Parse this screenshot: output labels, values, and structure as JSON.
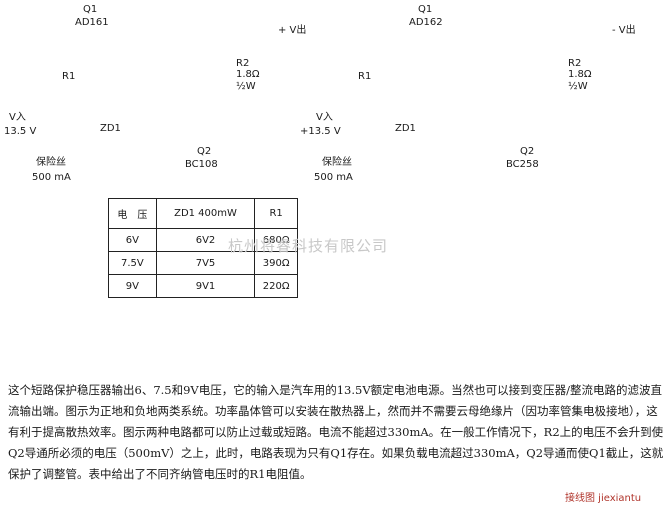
{
  "left_circuit": {
    "q1": "Q1",
    "q1_type": "AD161",
    "r1": "R1",
    "r2": "R2",
    "r2_value": "1.8Ω",
    "r2_power": "½W",
    "q2": "Q2",
    "q2_type": "BC108",
    "zd1": "ZD1",
    "vin": "V入",
    "vin_value": "13.5 V",
    "fuse": "保险丝",
    "fuse_rating": "500 mA",
    "vout": "+ V出"
  },
  "right_circuit": {
    "q1": "Q1",
    "q1_type": "AD162",
    "r1": "R1",
    "r2": "R2",
    "r2_value": "1.8Ω",
    "r2_power": "½W",
    "q2": "Q2",
    "q2_type": "BC258",
    "zd1": "ZD1",
    "vin": "V入",
    "vin_value": "+13.5 V",
    "fuse": "保险丝",
    "fuse_rating": "500 mA",
    "vout": "- V出"
  },
  "table": {
    "header": [
      "电　压",
      "ZD1 400mW",
      "R1"
    ],
    "rows": [
      [
        "6V",
        "6V2",
        "680Ω"
      ],
      [
        "7.5V",
        "7V5",
        "390Ω"
      ],
      [
        "9V",
        "9V1",
        "220Ω"
      ]
    ]
  },
  "description": "这个短路保护稳压器输出6、7.5和9V电压，它的输入是汽车用的13.5V额定电池电源。当然也可以接到变压器/整流电路的滤波直流输出端。图示为正地和负地两类系统。功率晶体管可以安装在散热器上，然而并不需要云母绝缘片（因功率管集电极接地），这有利于提高散热效率。图示两种电路都可以防止过载或短路。电流不能超过330mA。在一般工作情况下，R2上的电压不会升到使Q2导通所必须的电压（500mV）之上，此时，电路表现为只有Q1存在。如果负载电流超过330mA，Q2导通而使Q1截止，这就保护了调整管。表中给出了不同齐纳管电压时的R1电阻值。",
  "watermark": "杭州将睿科技有限公司",
  "site_mark": "接线图 jiexiantu"
}
